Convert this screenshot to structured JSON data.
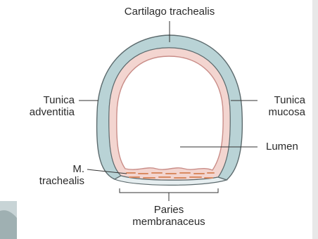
{
  "labels": {
    "cartilago": "Cartilago trachealis",
    "tunica_adventitia_1": "Tunica",
    "tunica_adventitia_2": "adventitia",
    "tunica_mucosa_1": "Tunica",
    "tunica_mucosa_2": "mucosa",
    "lumen": "Lumen",
    "trachealis_1": "M.",
    "trachealis_2": "trachealis",
    "paries_1": "Paries",
    "paries_2": "membranaceus"
  },
  "colors": {
    "cartilage": "#b9d3d6",
    "mucosa": "#f3d5d0",
    "muscle": "#d98a62",
    "outline": "#5c6a6d",
    "leader": "#333333"
  }
}
